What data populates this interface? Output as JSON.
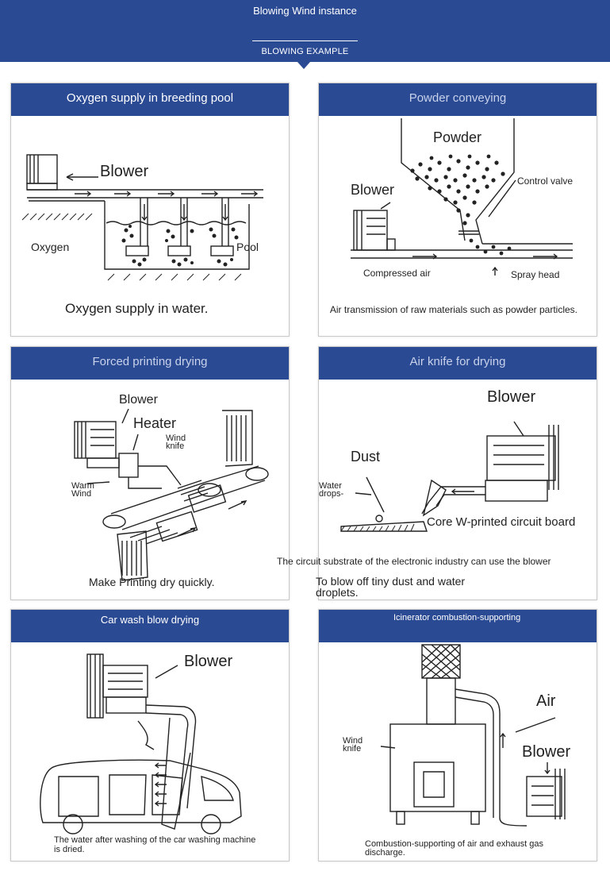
{
  "banner": {
    "title": "Blowing Wind instance",
    "subtitle": "BLOWING EXAMPLE"
  },
  "panels": [
    {
      "title": "Oxygen supply in breeding pool",
      "caption": "Oxygen supply in water.",
      "labels": {
        "blower": "Blower",
        "oxygen": "Oxygen",
        "pool": "Pool"
      }
    },
    {
      "title": "Powder conveying",
      "caption": "Air transmission of raw materials such as powder particles.",
      "labels": {
        "powder": "Powder",
        "blower": "Blower",
        "control_valve": "Control valve",
        "compressed_air": "Compressed air",
        "spray_head": "Spray head"
      }
    },
    {
      "title": "Forced printing drying",
      "caption": "Make Printing dry quickly.",
      "labels": {
        "blower": "Blower",
        "heater": "Heater",
        "wind_knife_1": "Wind",
        "wind_knife_2": "knife",
        "warm_wind_1": "Warm",
        "warm_wind_2": "Wind"
      }
    },
    {
      "title": "Air knife for drying",
      "caption": "To blow off tiny dust and water droplets.",
      "note": "The circuit substrate of the electronic industry can use the blower",
      "labels": {
        "blower": "Blower",
        "dust": "Dust",
        "water_1": "Water",
        "water_2": "drops-",
        "board": "Core W-printed circuit board"
      }
    },
    {
      "title": "Car wash blow drying",
      "caption": "The water after washing of the car washing machine is dried.",
      "labels": {
        "blower": "Blower"
      }
    },
    {
      "title": "Icinerator combustion-supporting",
      "caption": "Combustion-supporting of air and exhaust gas discharge.",
      "labels": {
        "air": "Air",
        "blower": "Blower",
        "wind_knife_1": "Wind",
        "wind_knife_2": "knife"
      }
    }
  ]
}
